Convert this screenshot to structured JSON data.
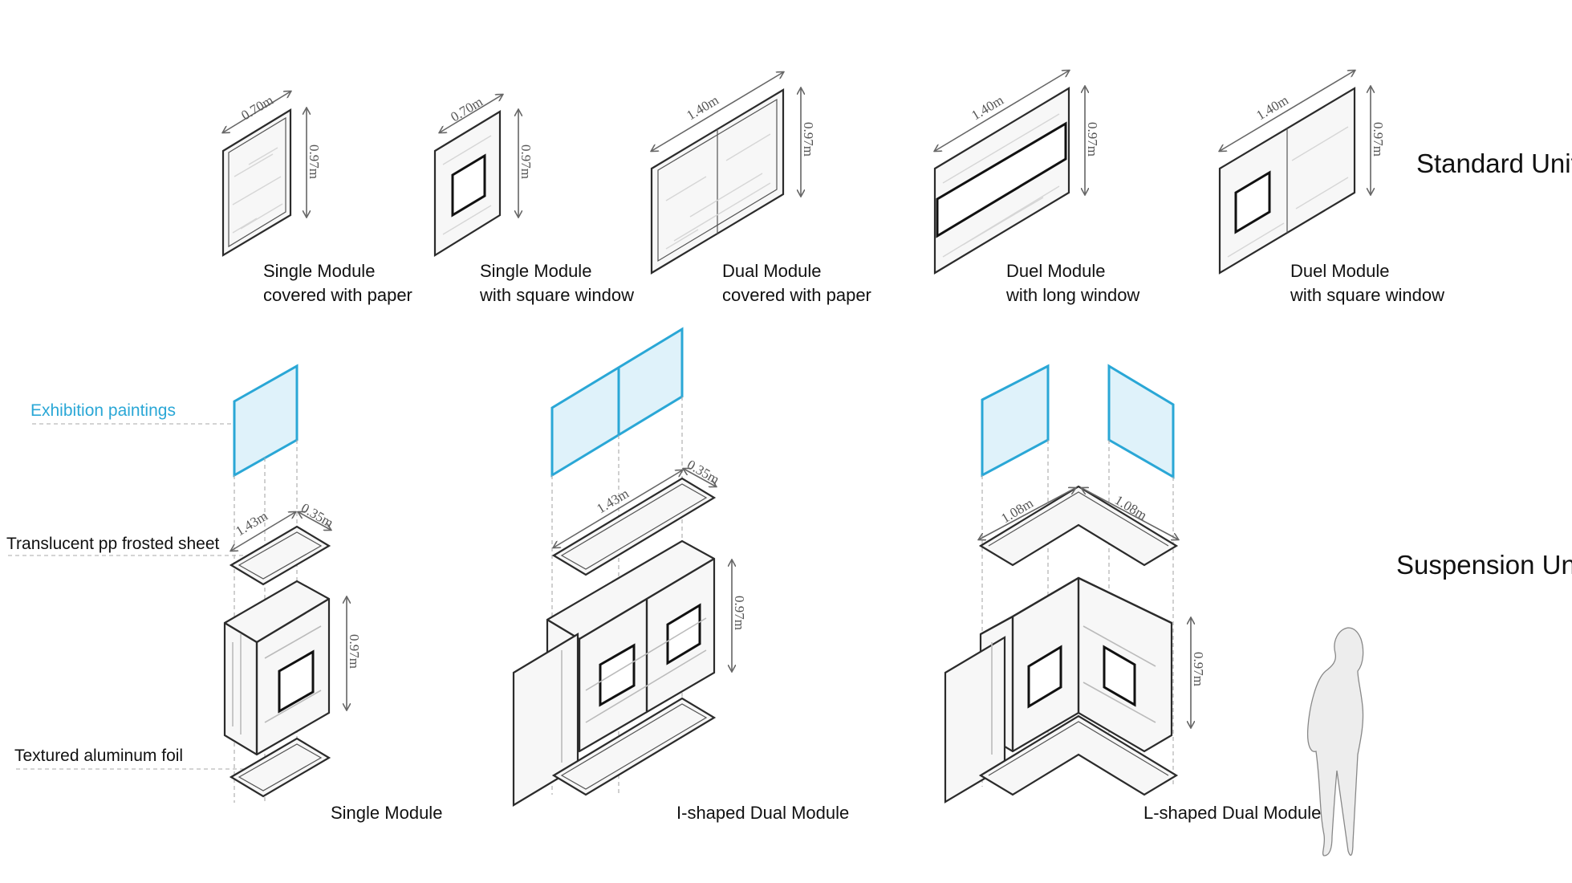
{
  "section_titles": {
    "standard": "Standard Unit",
    "suspension": "Suspension Unit"
  },
  "standard_units": [
    {
      "line1": "Single Module",
      "line2": "covered with paper",
      "width": "0.70m",
      "height": "0.97m"
    },
    {
      "line1": "Single Module",
      "line2": "with square window",
      "width": "0.70m",
      "height": "0.97m"
    },
    {
      "line1": "Dual Module",
      "line2": "covered with paper",
      "width": "1.40m",
      "height": "0.97m"
    },
    {
      "line1": "Duel Module",
      "line2": "with long window",
      "width": "1.40m",
      "height": "0.97m"
    },
    {
      "line1": "Duel Module",
      "line2": "with square window",
      "width": "1.40m",
      "height": "0.97m"
    }
  ],
  "suspension_units": [
    {
      "name": "Single Module",
      "dim_a": "1.43m",
      "dim_b": "0.35m",
      "height": "0.97m"
    },
    {
      "name": "I-shaped Dual Module",
      "dim_a": "1.43m",
      "dim_b": "0.35m",
      "height": "0.97m"
    },
    {
      "name": "L-shaped Dual Module",
      "dim_a": "1.08m",
      "dim_b": "1.08m",
      "height": "0.97m"
    }
  ],
  "callouts": {
    "paintings": "Exhibition paintings",
    "frosted_sheet": "Translucent pp frosted sheet",
    "foil": "Textured aluminum foil"
  },
  "colors": {
    "painting_accent": "#2aa7d6",
    "line": "#2b2b2b"
  }
}
